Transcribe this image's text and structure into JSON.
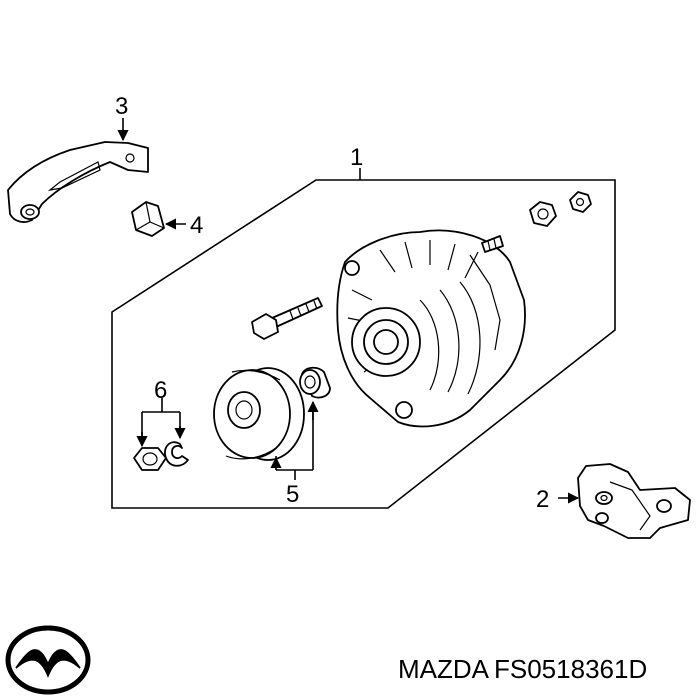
{
  "callouts": {
    "c1": "1",
    "c2": "2",
    "c3": "3",
    "c4": "4",
    "c5": "5",
    "c6": "6"
  },
  "brand": {
    "logo": "mazda-logo",
    "name": "MAZDA",
    "part_number": "FS0518361D"
  }
}
